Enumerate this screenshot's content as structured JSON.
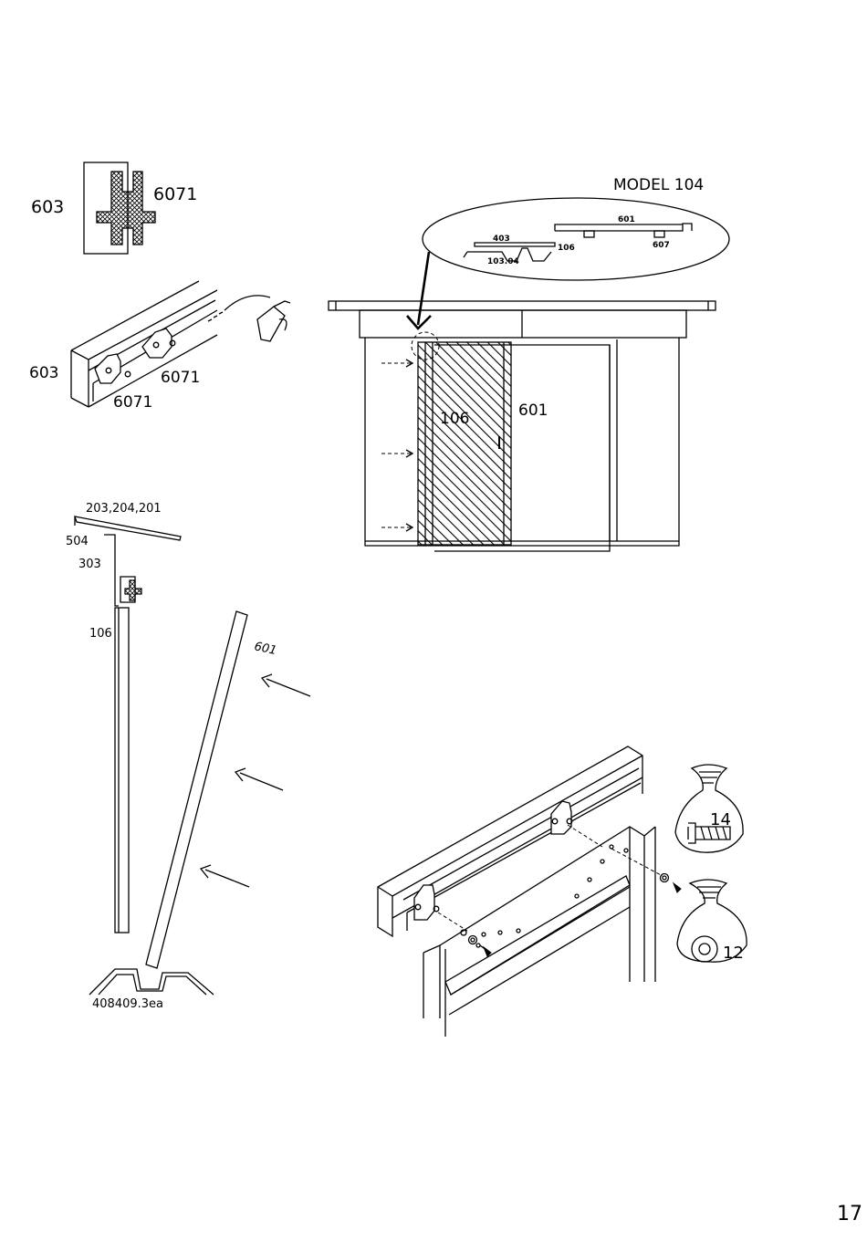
{
  "page_number": "17",
  "profile_detail": {
    "labels": [
      "603",
      "6071"
    ]
  },
  "lubrication_detail": {
    "labels": [
      "603",
      "6071",
      "6071"
    ]
  },
  "model_view": {
    "title": "MODEL  104",
    "callout_labels": [
      "601",
      "403",
      "106",
      "607",
      "103.04"
    ],
    "labels": [
      "106",
      "601"
    ]
  },
  "section_view": {
    "labels": [
      "203,204,201",
      "504",
      "303",
      "106",
      "601",
      "408409.3ea"
    ]
  },
  "fixing_detail": {
    "bag_labels": [
      "14",
      "12"
    ]
  }
}
